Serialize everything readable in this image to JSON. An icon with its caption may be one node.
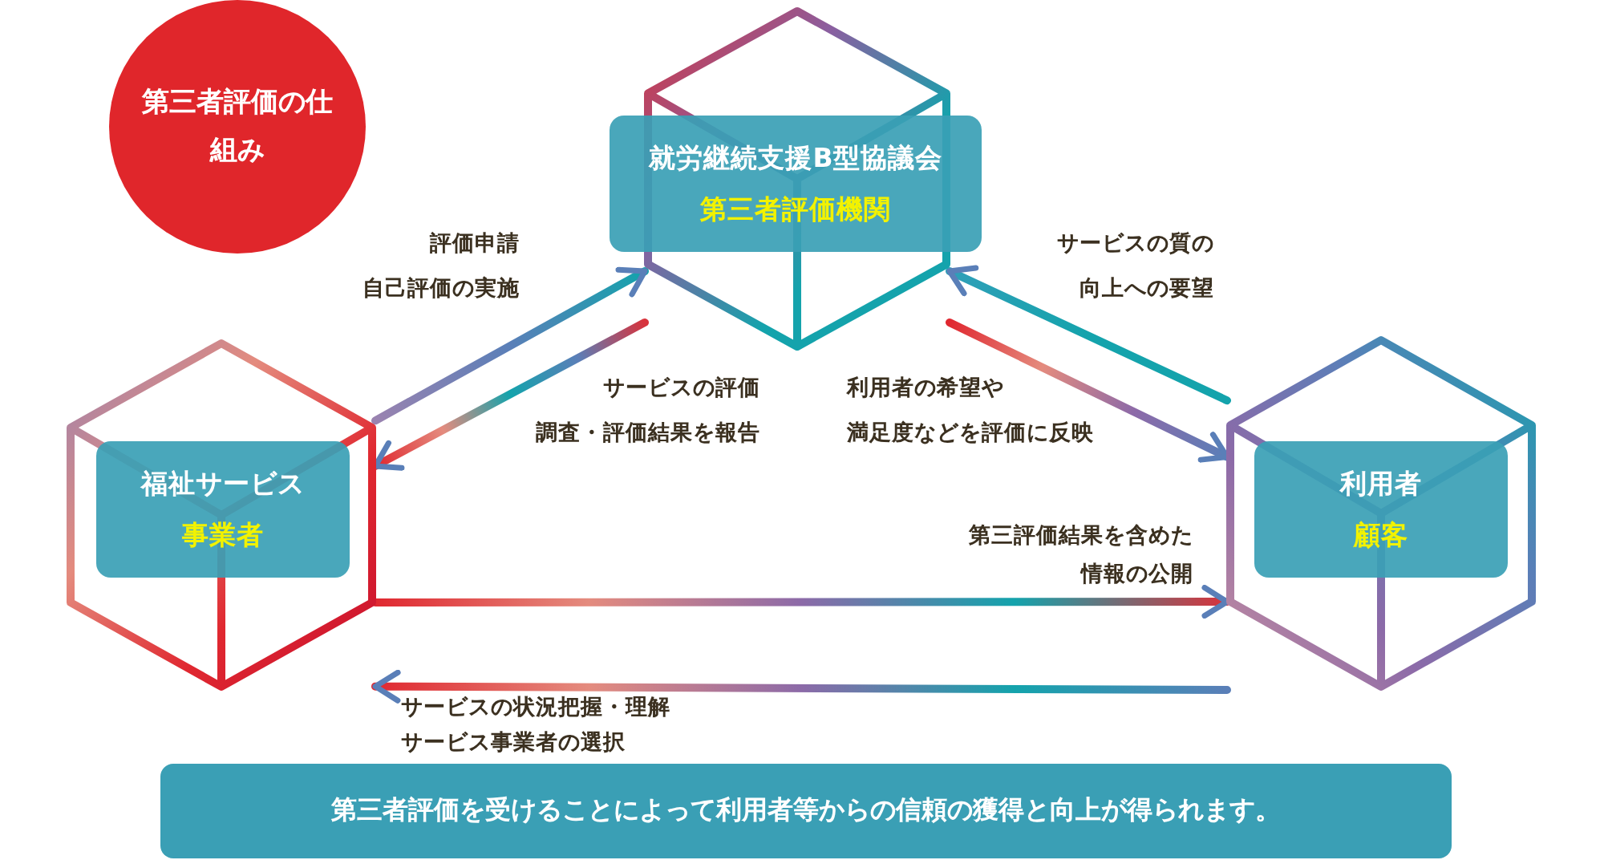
{
  "diagram": {
    "nodes": [
      {
        "text": [
          "第三者評価の仕組み"
        ]
      },
      {
        "text": [
          "就労継続支援B型協議会",
          "第三者評価機関"
        ]
      },
      {
        "text": [
          "福祉サービス",
          "事業者"
        ]
      },
      {
        "text": [
          "利用者",
          "顧客"
        ]
      },
      {
        "text": [
          "第三者評価を受けることによって利用者等からの信頼の獲得と向上が得られます。"
        ]
      }
    ],
    "edges": [
      {
        "from": 2,
        "to": 1,
        "arrow": "to",
        "label": "評価申請自己評価の実施"
      },
      {
        "from": 1,
        "to": 2,
        "arrow": "to",
        "label": "サービスの評価調査・評価結果を報告"
      },
      {
        "from": 3,
        "to": 1,
        "arrow": "to",
        "label": "サービスの質の向上への要望"
      },
      {
        "from": 1,
        "to": 3,
        "arrow": "to",
        "label": "利用者の希望や満足度などを評価に反映"
      },
      {
        "from": 2,
        "to": 3,
        "arrow": "to",
        "label": "第三評価結果を含めた情報の公開"
      },
      {
        "from": 3,
        "to": 2,
        "arrow": "to",
        "label": "サービスの状況把握・理解サービス事業者の選択"
      }
    ]
  }
}
